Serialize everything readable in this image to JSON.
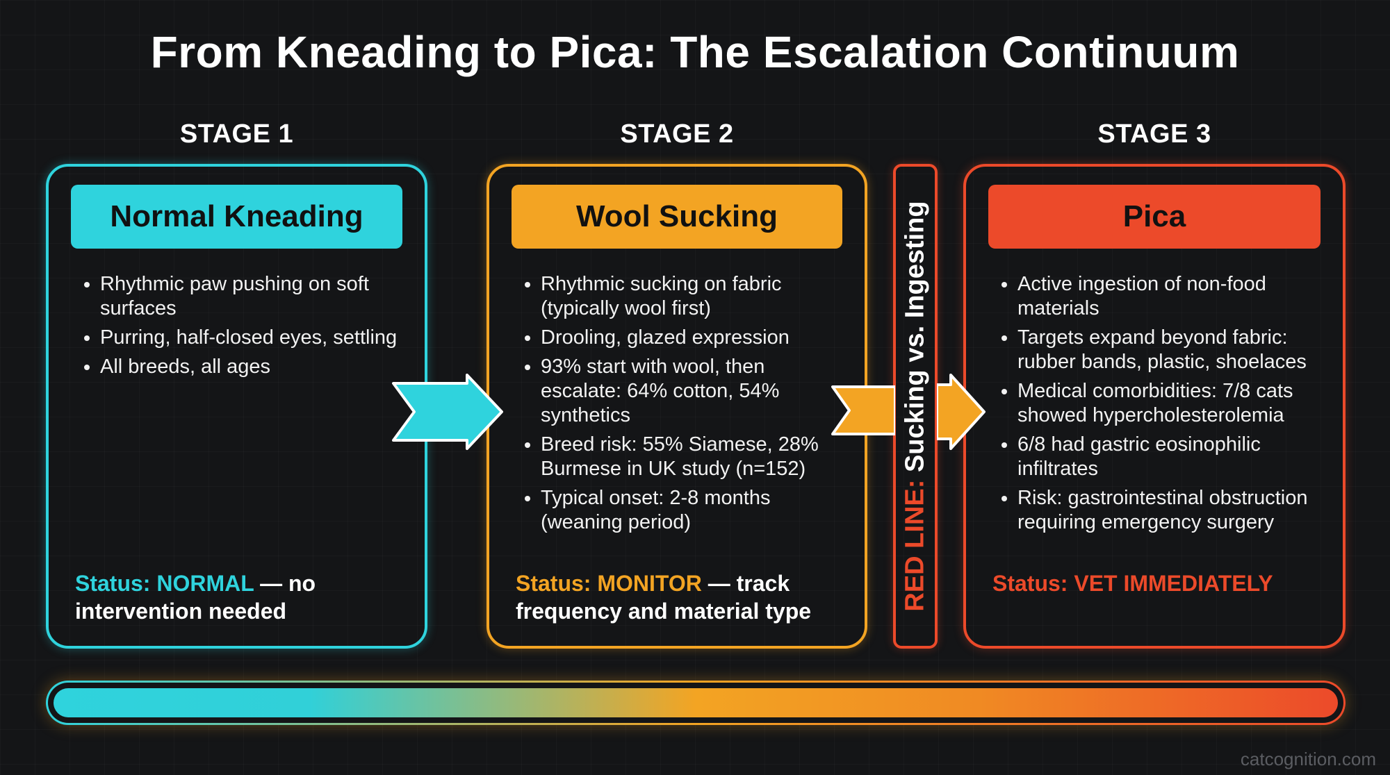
{
  "title": "From Kneading to Pica: The Escalation Continuum",
  "stages": [
    {
      "label": "STAGE 1",
      "name": "Normal Kneading",
      "color": "#2fd3dd",
      "bullets": [
        "Rhythmic paw pushing on soft surfaces",
        "Purring, half-closed eyes, settling",
        "All breeds, all ages"
      ],
      "status_label": "Status: NORMAL",
      "status_text": " — no intervention needed"
    },
    {
      "label": "STAGE 2",
      "name": "Wool Sucking",
      "color": "#f3a423",
      "bullets": [
        "Rhythmic sucking on fabric (typically wool first)",
        "Drooling, glazed expression",
        "93% start with wool, then escalate: 64% cotton, 54% synthetics",
        "Breed risk: 55% Siamese, 28% Burmese in UK study (n=152)",
        "Typical onset: 2-8 months (weaning period)"
      ],
      "status_label": "Status: MONITOR",
      "status_text": " — track frequency and material type"
    },
    {
      "label": "STAGE 3",
      "name": "Pica",
      "color": "#ec4a2a",
      "bullets": [
        "Active ingestion of non-food materials",
        "Targets expand beyond fabric: rubber bands, plastic, shoelaces",
        "Medical comorbidities: 7/8 cats showed hypercholesterolemia",
        "6/8 had gastric eosinophilic infiltrates",
        "Risk: gastrointestinal obstruction requiring emergency surgery"
      ],
      "status_label": "Status: VET IMMEDIATELY",
      "status_text": ""
    }
  ],
  "red_line": {
    "prefix": "RED LINE:",
    "text": "Sucking vs. Ingesting"
  },
  "gradient_colors": [
    "#2fd3dd",
    "#f3a423",
    "#ec4a2a"
  ],
  "credit": "catcognition.com"
}
